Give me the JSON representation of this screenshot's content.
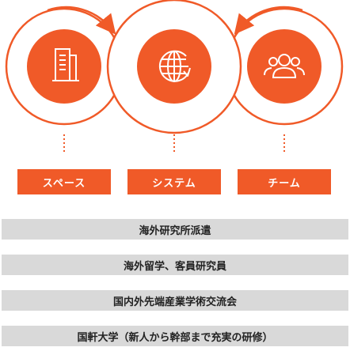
{
  "colors": {
    "accent": "#f05a28",
    "ring": "#f05a28",
    "bar_bg": "#d9d9d9",
    "text_dark": "#222222"
  },
  "pillars": [
    {
      "label": "スペース",
      "icon": "building-icon"
    },
    {
      "label": "システム",
      "icon": "globe-refresh-icon"
    },
    {
      "label": "チーム",
      "icon": "team-icon"
    }
  ],
  "programs": [
    "海外研究所派遣",
    "海外留学、客員研究員",
    "国内外先端産業学術交流会",
    "国軒大学（新人から幹部まで充実の研修）"
  ]
}
